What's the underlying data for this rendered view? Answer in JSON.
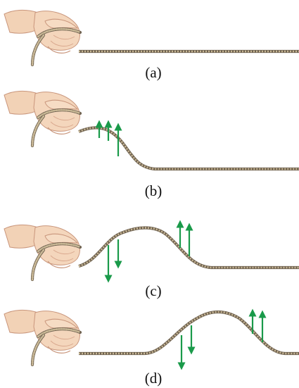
{
  "panels": [
    {
      "label": "(a)"
    },
    {
      "label": "(b)"
    },
    {
      "label": "(c)"
    },
    {
      "label": "(d)"
    }
  ],
  "colors": {
    "rope": "#b8a88a",
    "rope_edge": "#6f6250",
    "arrow": "#1a9a4a",
    "skin": "#f2d2b6",
    "skin_shadow": "#d99f86"
  }
}
